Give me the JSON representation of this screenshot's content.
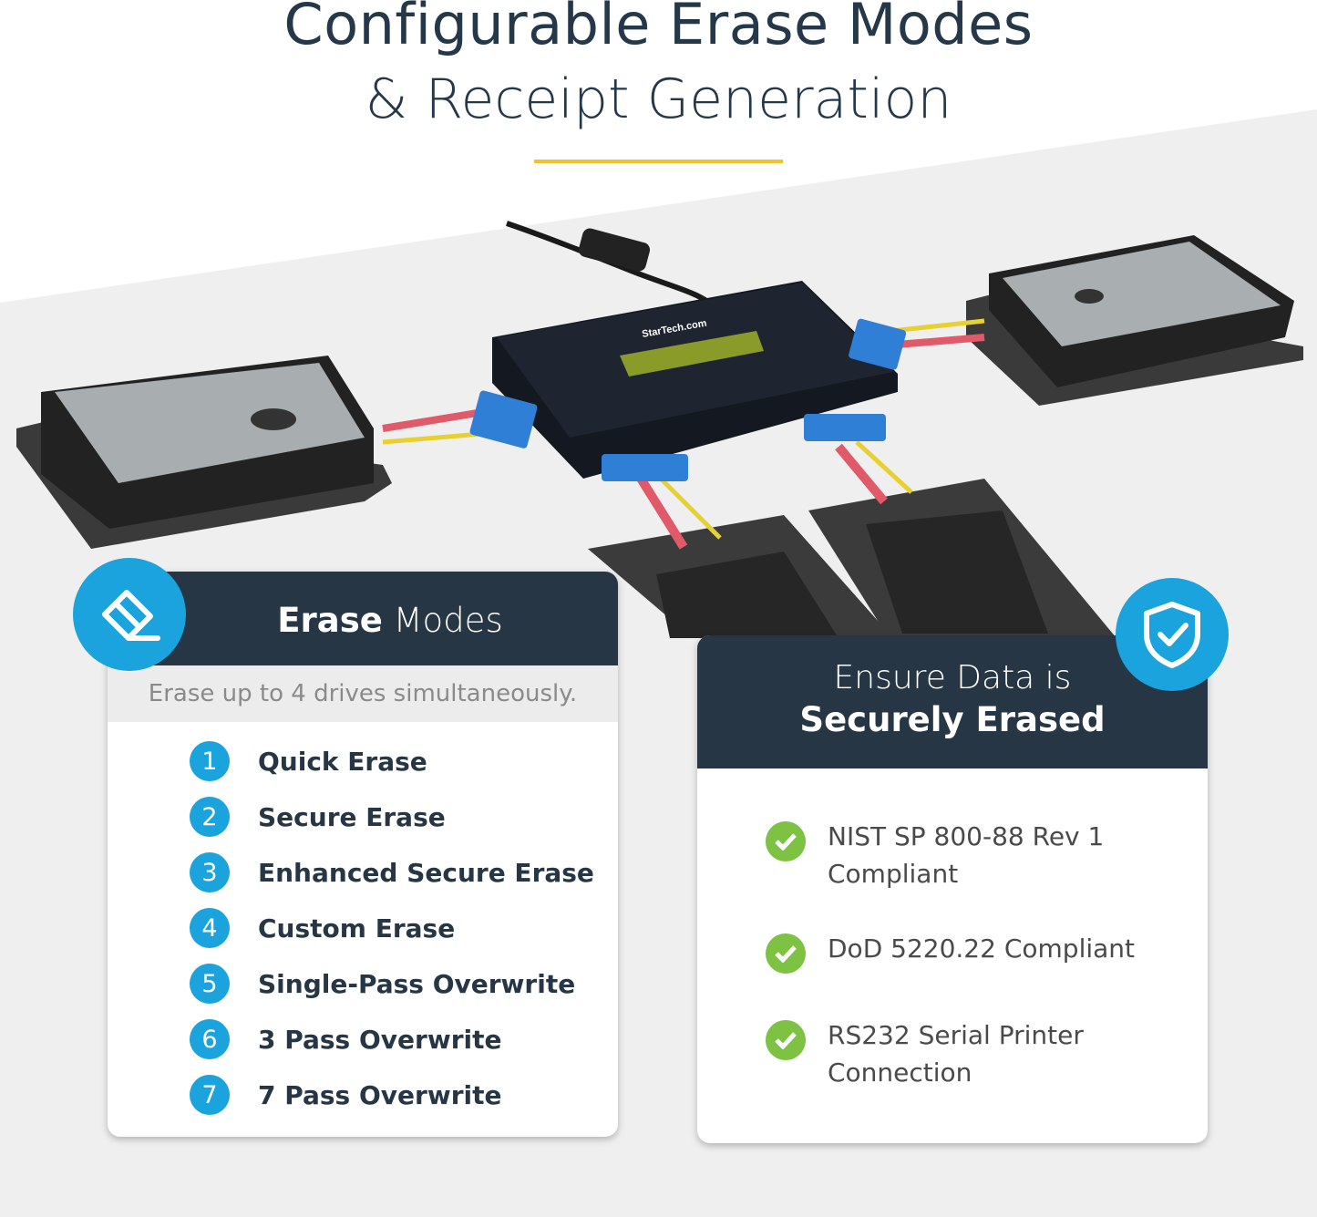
{
  "header": {
    "title_line1": "Configurable Erase Modes",
    "title_line2": "& Receipt Generation"
  },
  "colors": {
    "navy": "#263645",
    "accent_blue": "#1aa3dc",
    "check_green": "#7dc242",
    "rule_yellow": "#f0c22e"
  },
  "product": {
    "brand_logo": "StarTech.com"
  },
  "erase_modes": {
    "title_bold": "Erase",
    "title_light": " Modes",
    "subtitle": "Erase up to 4 drives simultaneously.",
    "icon": "eraser-icon",
    "items": [
      {
        "num": "1",
        "label": "Quick Erase"
      },
      {
        "num": "2",
        "label": "Secure Erase"
      },
      {
        "num": "3",
        "label": "Enhanced Secure Erase"
      },
      {
        "num": "4",
        "label": "Custom Erase"
      },
      {
        "num": "5",
        "label": "Single-Pass Overwrite"
      },
      {
        "num": "6",
        "label": "3 Pass Overwrite"
      },
      {
        "num": "7",
        "label": "7 Pass Overwrite"
      }
    ]
  },
  "secure": {
    "title_line1": "Ensure Data is",
    "title_line2": "Securely Erased",
    "icon": "shield-check-icon",
    "features": [
      {
        "icon": "check-icon",
        "label": "NIST SP 800-88 Rev 1 Compliant"
      },
      {
        "icon": "check-icon",
        "label": "DoD 5220.22 Compliant"
      },
      {
        "icon": "check-icon",
        "label": "RS232 Serial Printer Connection"
      }
    ]
  }
}
